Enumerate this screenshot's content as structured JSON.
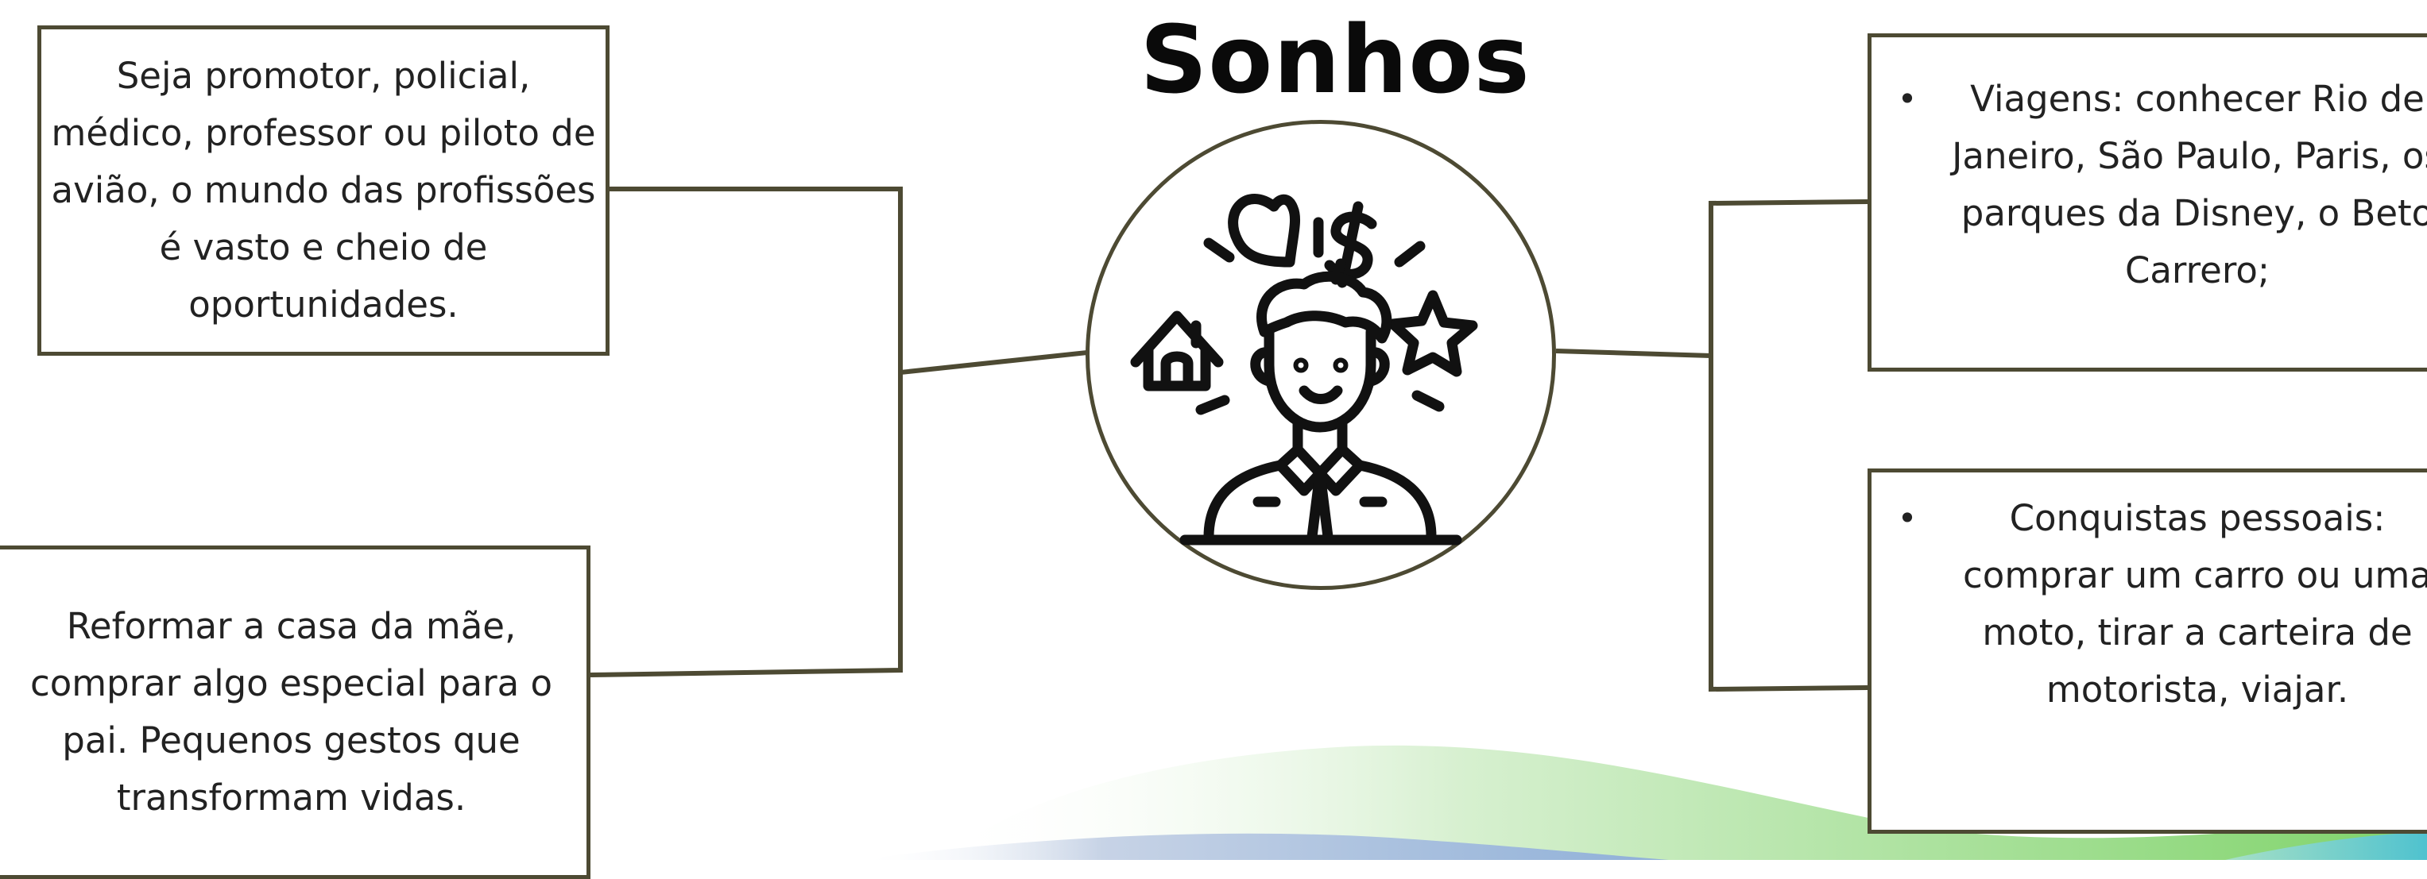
{
  "title": "Sonhos",
  "colors": {
    "border": "#4d4a33",
    "line": "#4d4a33",
    "wave_green": "#7fd36a",
    "wave_teal": "#5ec8c8",
    "wave_blue": "#9cb5d8"
  },
  "center_icon": "person-dreaming-icon",
  "boxes": {
    "top_left": "Seja promotor, policial, médico, professor ou piloto de avião, o mundo das profissões é vasto e cheio de oportunidades.",
    "bottom_left": "Reformar a casa da mãe, comprar algo especial para o pai. Pequenos gestos que transformam vidas.",
    "top_right": {
      "bullet": "•",
      "text": "Viagens: conhecer Rio de Janeiro, São Paulo, Paris, os parques da Disney, o Beto Carrero;"
    },
    "bottom_right": {
      "bullet": "•",
      "text": "Conquistas pessoais: comprar um carro ou uma moto, tirar a carteira de motorista, viajar."
    }
  }
}
